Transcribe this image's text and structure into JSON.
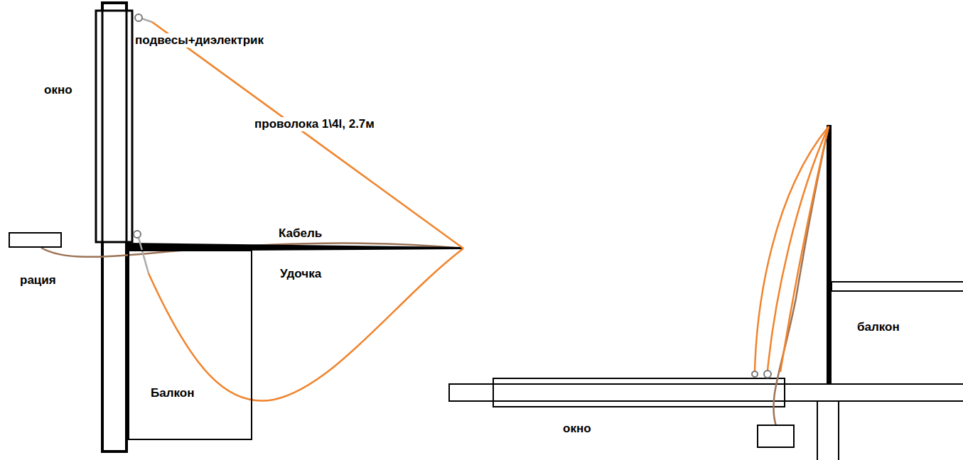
{
  "diagram": {
    "nodes": [
      {
        "text": [
          "рация"
        ]
      },
      {
        "text": [
          "Балкон"
        ]
      }
    ],
    "labels": [
      "окно",
      "подвесы+диэлектрик",
      "проволока 1\\4l, 2.7м",
      "Кабель",
      "Удочка",
      "балкон",
      "окно"
    ]
  }
}
